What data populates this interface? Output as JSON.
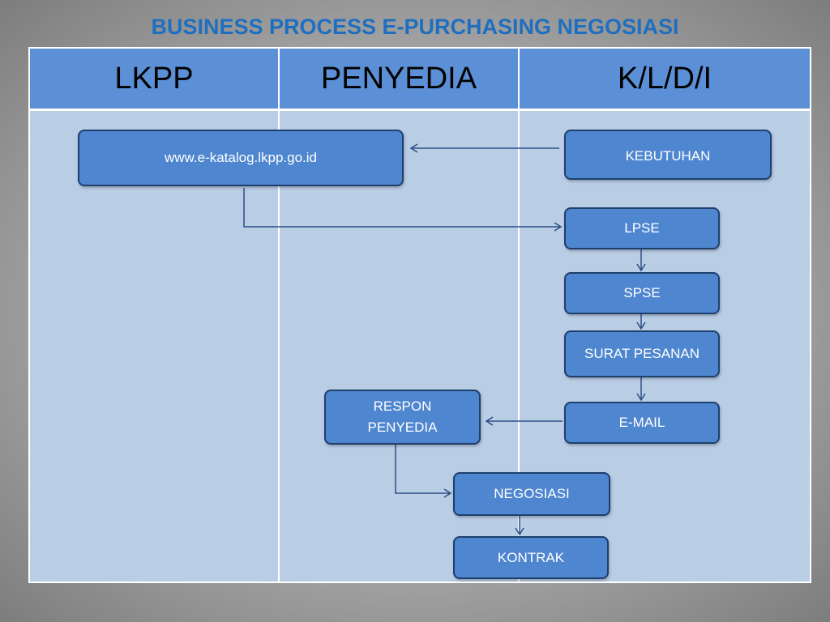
{
  "title": "BUSINESS PROCESS E-PURCHASING NEGOSIASI",
  "lanes": [
    "LKPP",
    "PENYEDIA",
    "K/L/D/I"
  ],
  "nodes": {
    "ekatalog": "www.e-katalog.lkpp.go.id",
    "kebutuhan": "KEBUTUHAN",
    "lpse": "LPSE",
    "spse": "SPSE",
    "surat_pesanan": "SURAT PESANAN",
    "respon_penyedia": "RESPON PENYEDIA",
    "email": "E-MAIL",
    "negosiasi": "NEGOSIASI",
    "kontrak": "KONTRAK"
  },
  "colors": {
    "title": "#1f6fc0",
    "header_fill": "#5b8fd6",
    "lane_fill": "#b9cde5",
    "box_fill": "#4f86d0",
    "box_border": "#1f3f6e",
    "connector": "#2c4f86"
  }
}
